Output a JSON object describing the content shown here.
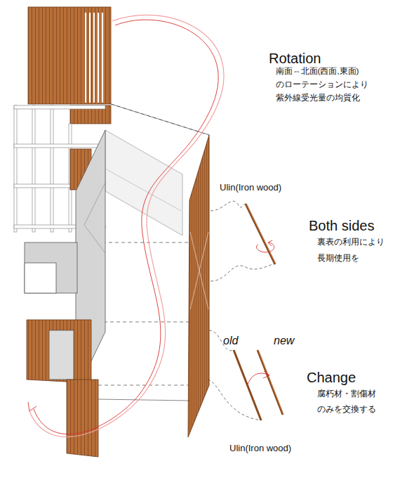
{
  "diagram": {
    "labels": [
      "Rotation",
      "南面⇔北面(西面,東面) のローテーションにより 紫外線受光量の均質化",
      "Ulin(Iron wood)",
      "Both sides",
      "裏表の利用により 長期使用を",
      "old",
      "new",
      "Change",
      "腐朽材・割傷材 のみを交換する",
      "Ulin(Iron wood)"
    ]
  }
}
